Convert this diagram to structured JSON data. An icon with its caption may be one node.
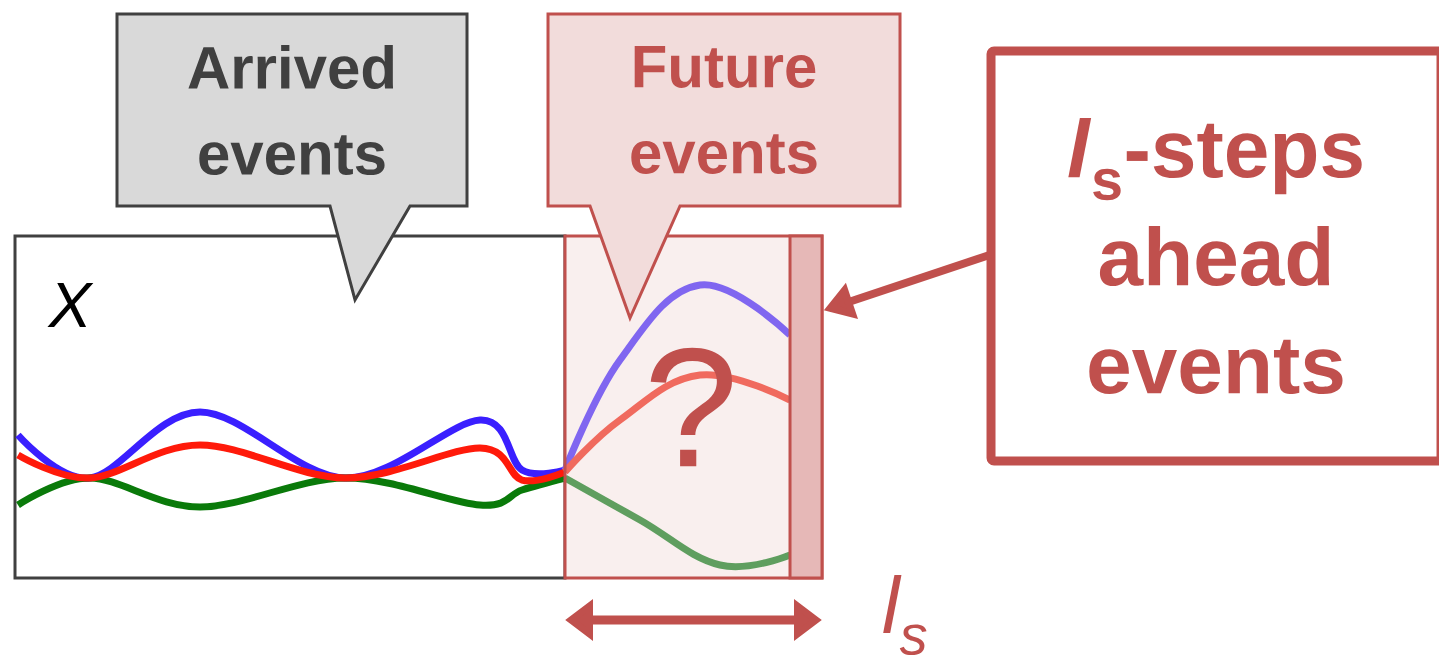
{
  "diagram": {
    "nodes": [
      {
        "text": [
          "Arrived events"
        ]
      },
      {
        "text": [
          "Future events"
        ]
      },
      {
        "text": [
          "*l*$_{s}$-steps ahead events"
        ]
      },
      {
        "text": [
          "X"
        ]
      },
      {
        "text": [
          "?"
        ]
      },
      {
        "text": [],
        "shape": "bar",
        "in": 4
      }
    ],
    "edges": [
      {
        "from": 2,
        "to": 5,
        "arrow": "to"
      }
    ],
    "labels": [
      "l$_{s}$"
    ]
  }
}
